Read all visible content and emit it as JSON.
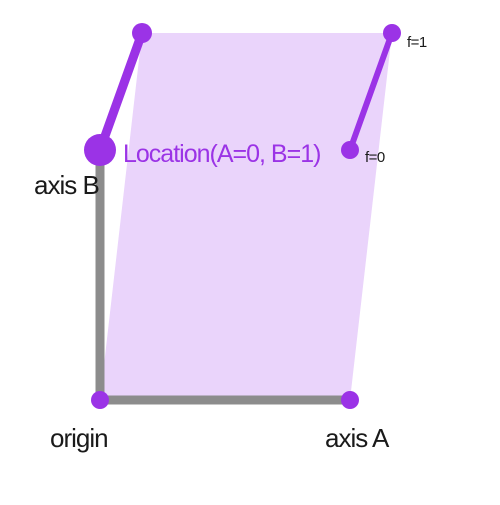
{
  "labels": {
    "origin": "origin",
    "axis_a": "axis A",
    "axis_b": "axis B",
    "location": "Location(A=0, B=1)",
    "f1": "f=1",
    "f0": "f=0"
  },
  "colors": {
    "accent": "#9b33e6",
    "fill": "#ead4fb",
    "axis": "#8c8c8c",
    "text": "#1a1a1a"
  }
}
